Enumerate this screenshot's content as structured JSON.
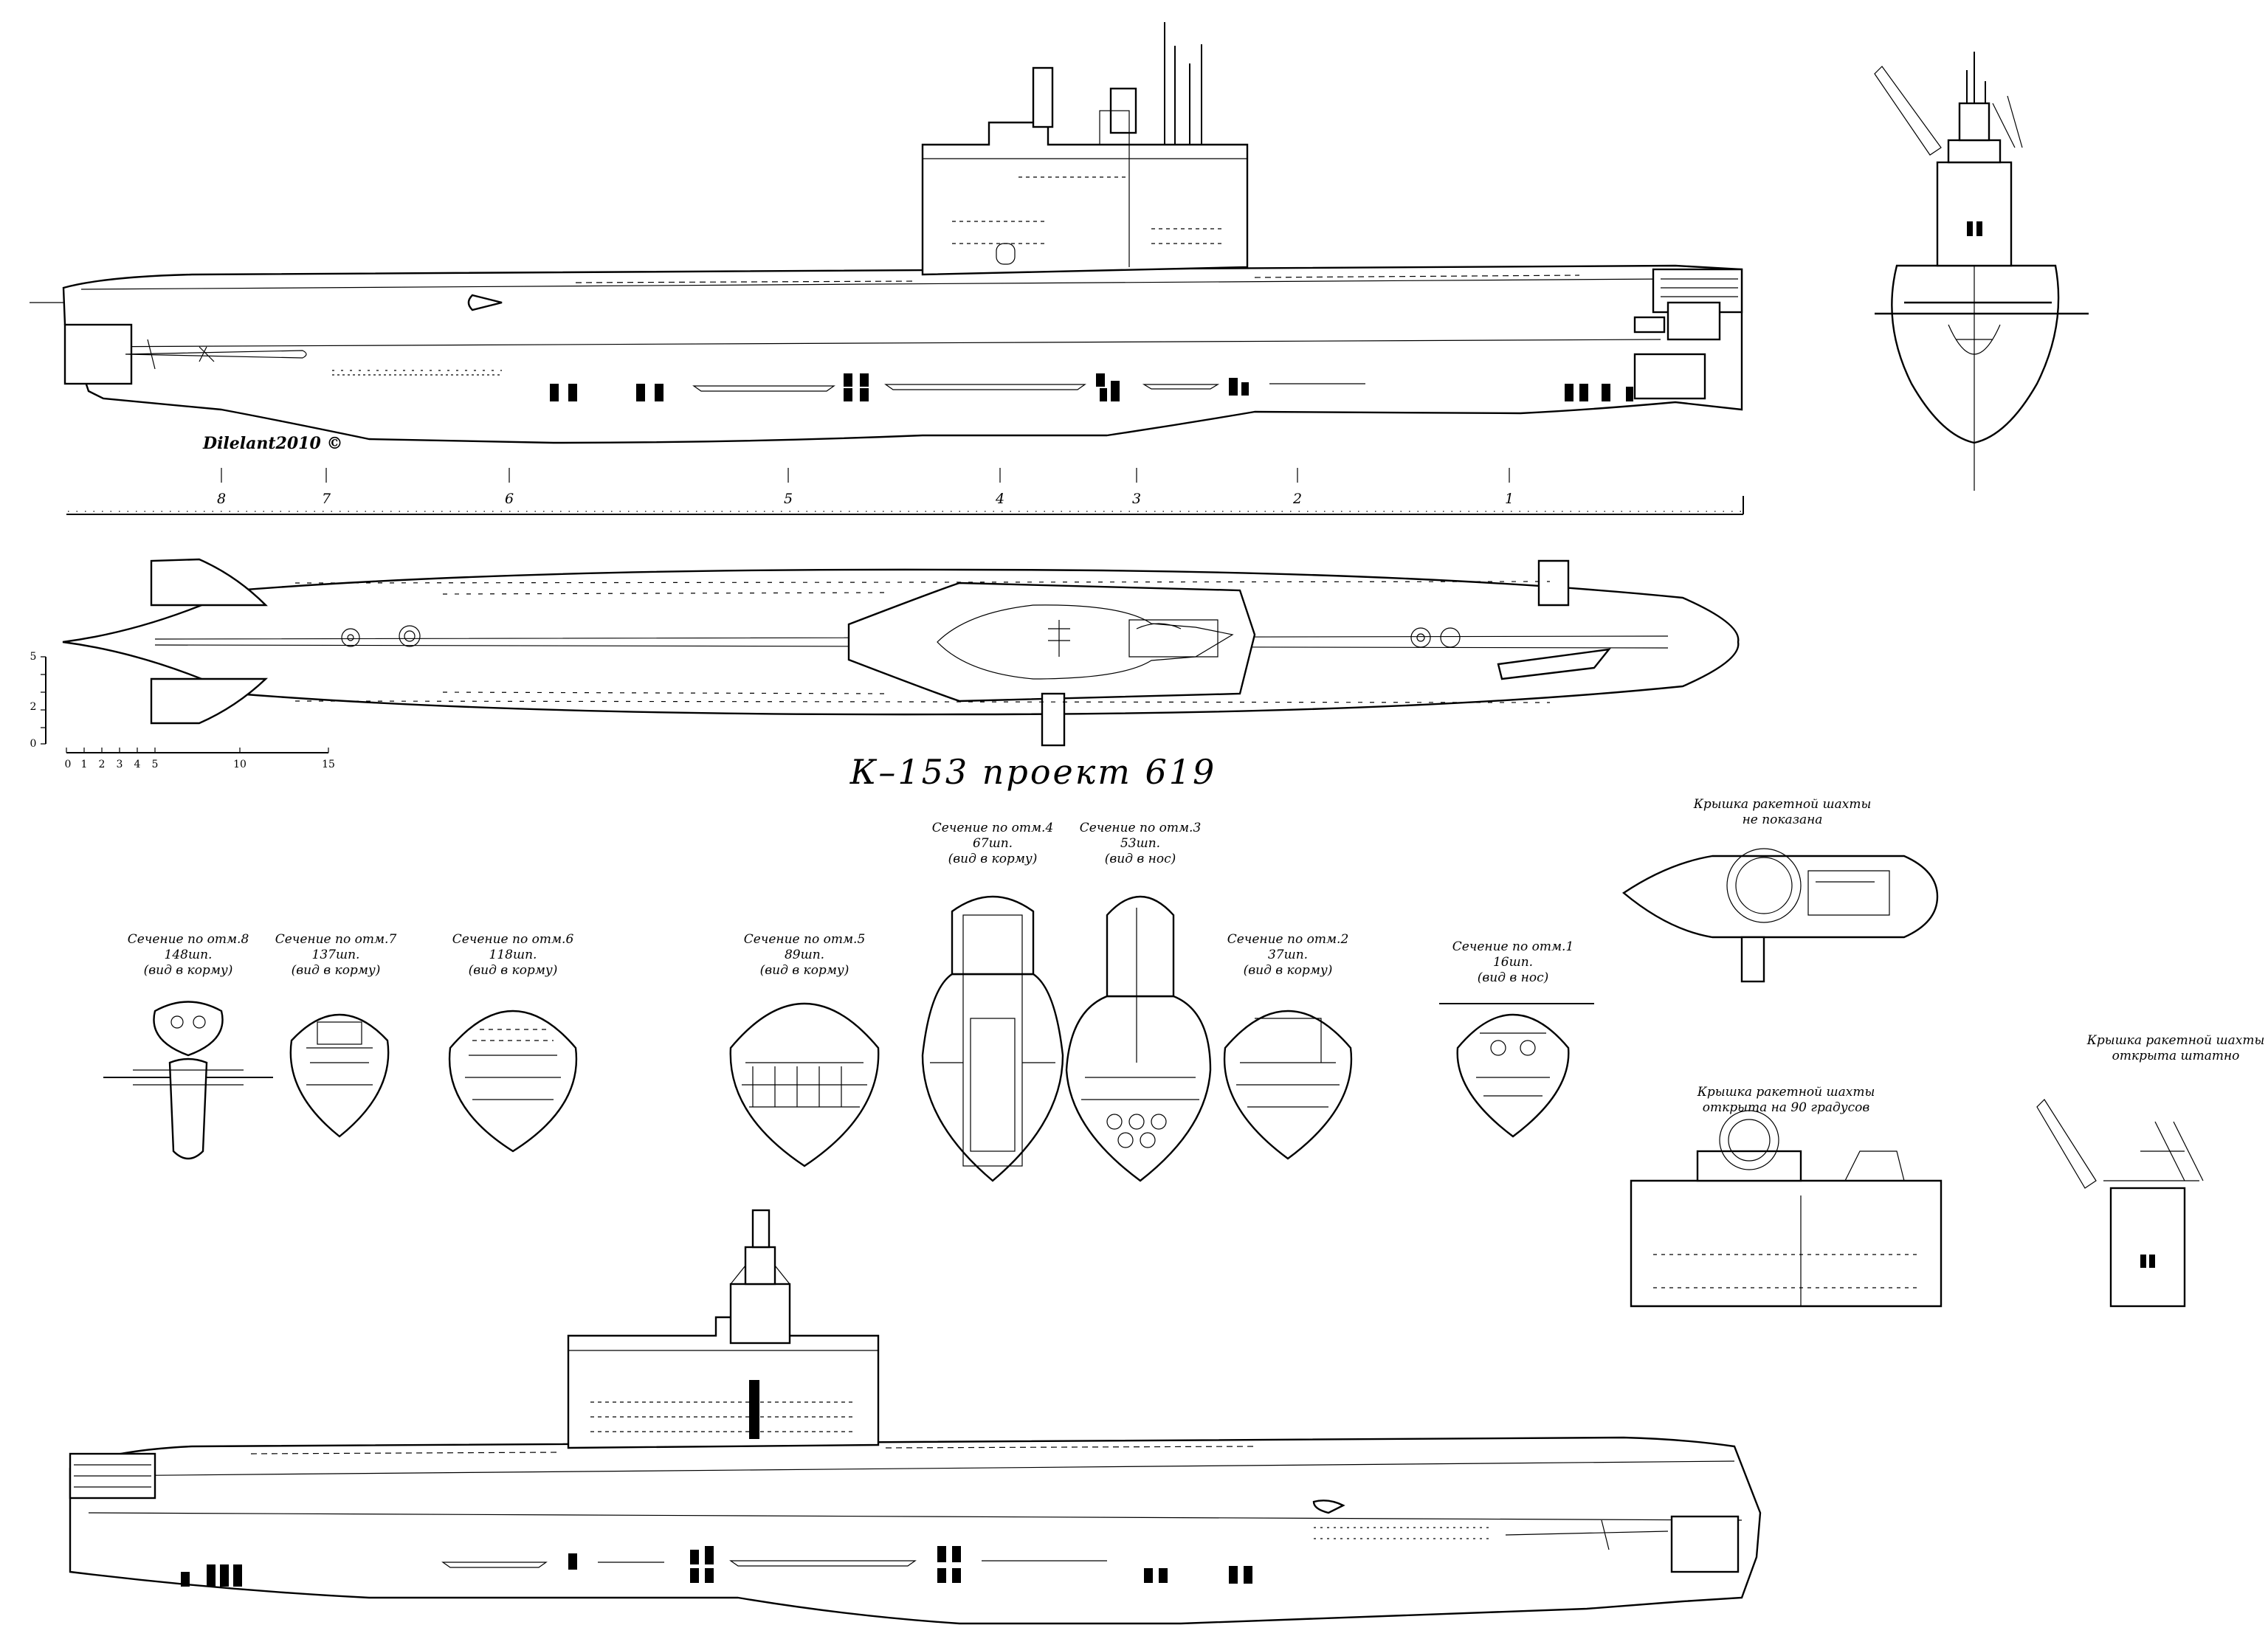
{
  "title": "К–153  проект 619",
  "signature": "Dilelant2010 ©",
  "frame_marks": [
    "8",
    "7",
    "6",
    "5",
    "4",
    "3",
    "2",
    "1"
  ],
  "side_scale": {
    "ticks": [
      "5",
      "2",
      "0"
    ]
  },
  "bottom_scale": {
    "ticks": [
      "0",
      "1",
      "2",
      "3",
      "4",
      "5",
      "10",
      "15"
    ]
  },
  "sections": [
    {
      "title": "Сечение по отм.8",
      "frame": "148шп.",
      "view": "(вид в корму)"
    },
    {
      "title": "Сечение по отм.7",
      "frame": "137шп.",
      "view": "(вид в корму)"
    },
    {
      "title": "Сечение по отм.6",
      "frame": "118шп.",
      "view": "(вид в корму)"
    },
    {
      "title": "Сечение по отм.5",
      "frame": "89шп.",
      "view": "(вид в корму)"
    },
    {
      "title": "Сечение по отм.4",
      "frame": "67шп.",
      "view": "(вид в корму)"
    },
    {
      "title": "Сечение по отм.3",
      "frame": "53шп.",
      "view": "(вид в нос)"
    },
    {
      "title": "Сечение по отм.2",
      "frame": "37шп.",
      "view": "(вид в корму)"
    },
    {
      "title": "Сечение по отм.1",
      "frame": "16шп.",
      "view": "(вид в нос)"
    }
  ],
  "notes": {
    "lid_not_shown": [
      "Крышка ракетной шахты",
      "не показана"
    ],
    "lid_open_90": [
      "Крышка ракетной шахты",
      "открыта на 90 градусов"
    ],
    "lid_open_std": [
      "Крышка ракетной шахты",
      "открыта штатно"
    ]
  }
}
